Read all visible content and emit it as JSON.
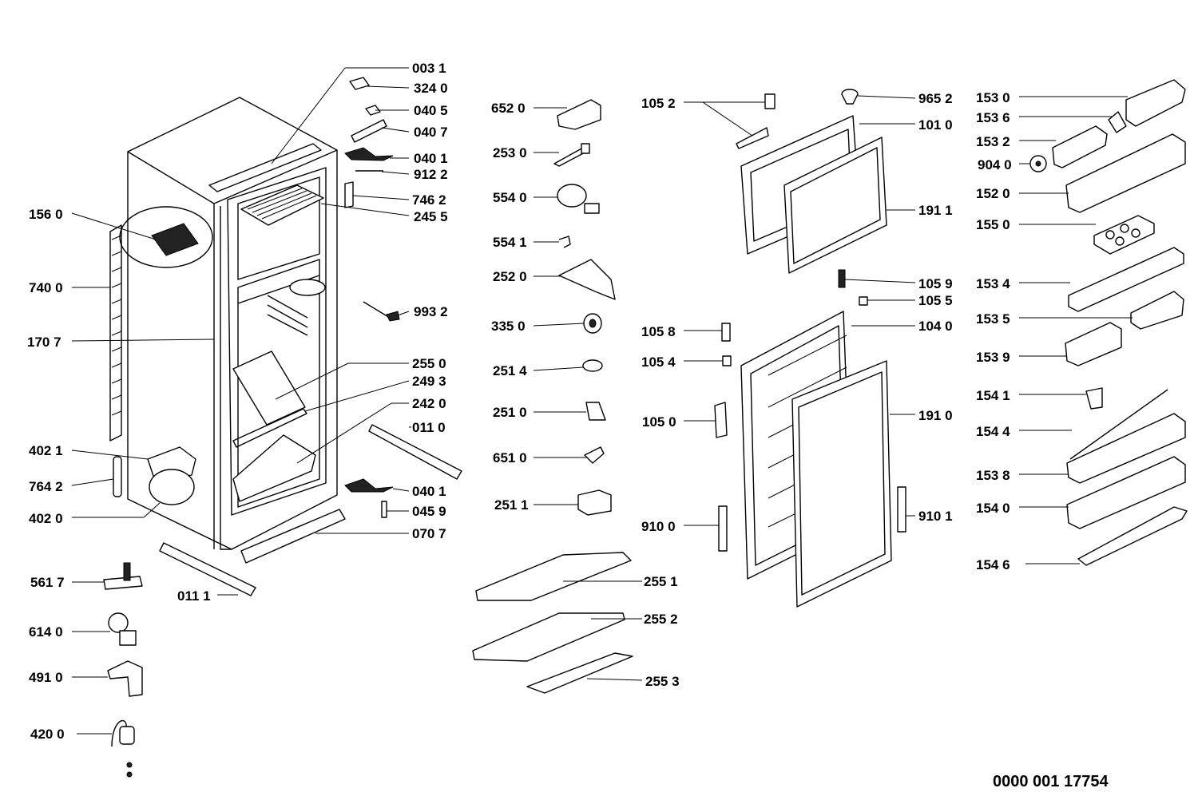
{
  "document_id": "0000  001 17754",
  "callouts": [
    "003 1",
    "324 0",
    "040 5",
    "040 7",
    "040 1",
    "912 2",
    "746 2",
    "245 5",
    "156 0",
    "740 0",
    "170 7",
    "993 2",
    "255 0",
    "249 3",
    "242 0",
    "011 0",
    "402 1",
    "764 2",
    "402 0",
    "040 1",
    "045 9",
    "070 7",
    "561 7",
    "011 1",
    "614 0",
    "491 0",
    "420 0",
    "652 0",
    "253 0",
    "554 0",
    "554 1",
    "252 0",
    "335 0",
    "251 4",
    "251 0",
    "651 0",
    "251 1",
    "255 1",
    "255 2",
    "255 3",
    "105 2",
    "965 2",
    "101 0",
    "191 1",
    "105 9",
    "105 5",
    "105 8",
    "104 0",
    "105 4",
    "105 0",
    "191 0",
    "910 0",
    "910 1",
    "153 0",
    "153 6",
    "153 2",
    "904 0",
    "152 0",
    "155 0",
    "153 4",
    "153 5",
    "153 9",
    "154 1",
    "154 4",
    "153 8",
    "154 0",
    "154 6"
  ]
}
